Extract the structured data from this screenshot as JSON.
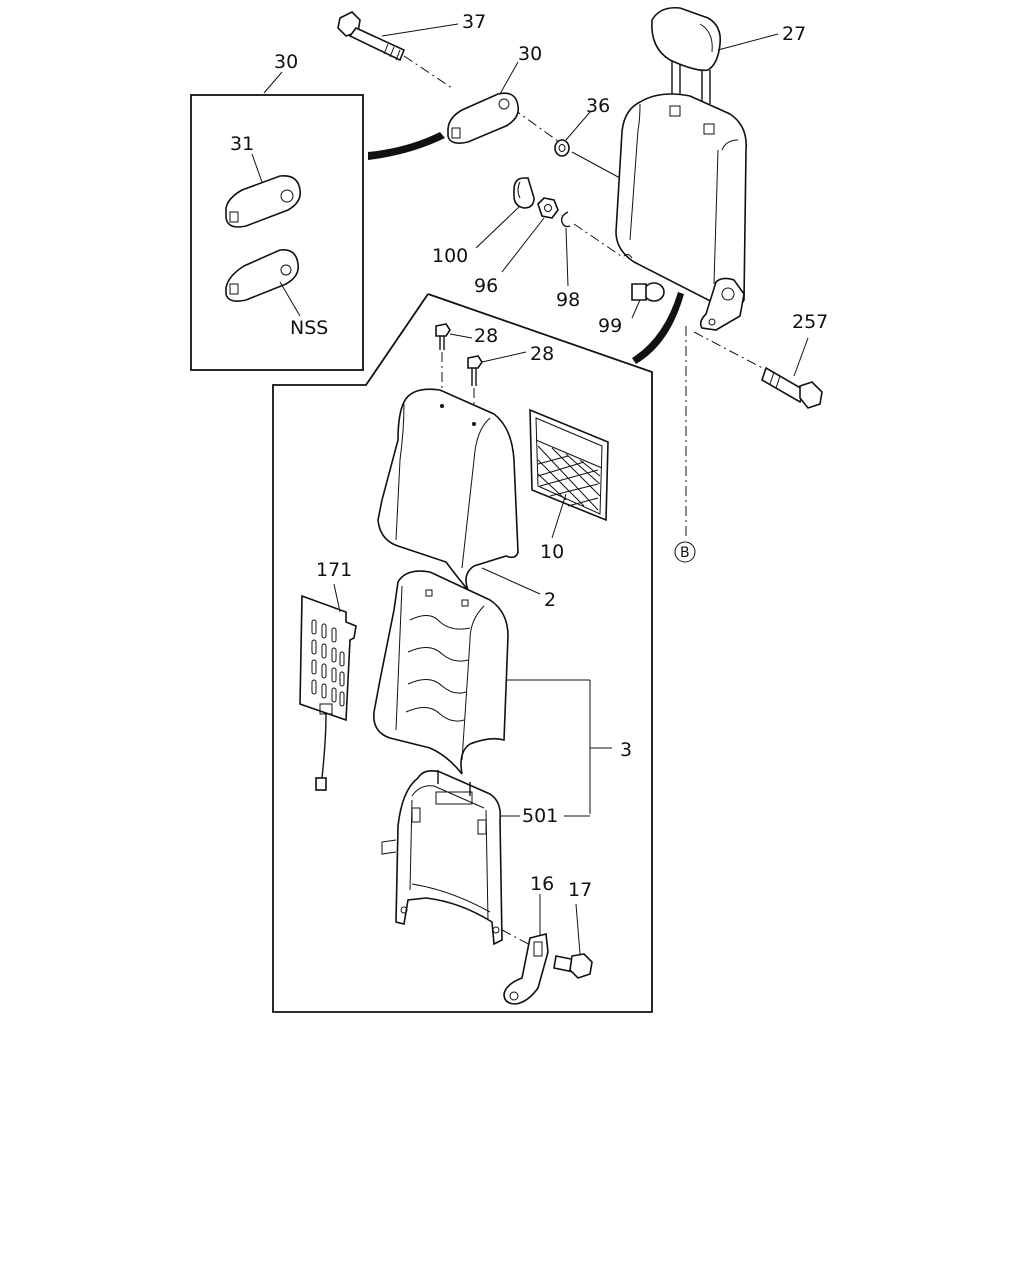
{
  "callouts": {
    "c37": "37",
    "c27": "27",
    "c30_group": "30",
    "c30_part": "30",
    "c36": "36",
    "c31": "31",
    "cNSS": "NSS",
    "c100": "100",
    "c96": "96",
    "c98": "98",
    "c99": "99",
    "c257": "257",
    "c28a": "28",
    "c28b": "28",
    "c10": "10",
    "cB": "B",
    "c2": "2",
    "c171": "171",
    "c3": "3",
    "c501": "501",
    "c16": "16",
    "c17": "17"
  }
}
